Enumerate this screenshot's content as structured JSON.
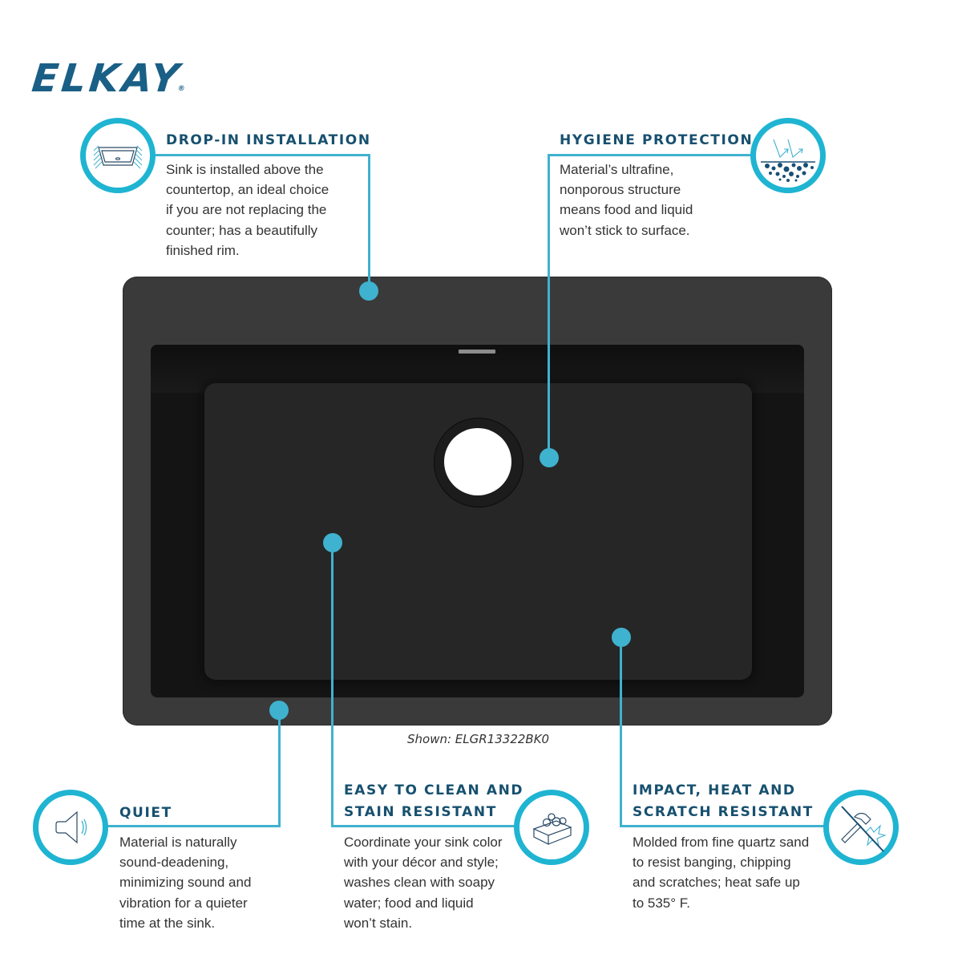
{
  "brand": {
    "logo_text": "ELKAY",
    "registered_mark": "®",
    "color": "#1a5f86"
  },
  "accent_color": "#3fb2cf",
  "features": [
    {
      "id": "drop-in",
      "title_lines": [
        "DROP-IN INSTALLATION"
      ],
      "description_lines": [
        "Sink is installed above the",
        "countertop, an ideal choice",
        "if you are not replacing the",
        "counter; has a beautifully",
        "finished rim."
      ],
      "icon": "drop-in-sink-icon"
    },
    {
      "id": "hygiene",
      "title_lines": [
        "HYGIENE PROTECTION"
      ],
      "description_lines": [
        "Material’s ultrafine,",
        "nonporous structure",
        "means food and liquid",
        "won’t stick to surface."
      ],
      "icon": "nonporous-surface-icon"
    },
    {
      "id": "quiet",
      "title_lines": [
        "QUIET"
      ],
      "description_lines": [
        "Material is naturally",
        "sound-deadening,",
        "minimizing sound and",
        "vibration for a quieter",
        "time at the sink."
      ],
      "icon": "speaker-icon"
    },
    {
      "id": "easy-clean",
      "title_lines": [
        "EASY TO CLEAN AND",
        "STAIN RESISTANT"
      ],
      "description_lines": [
        "Coordinate your sink color",
        "with your décor and style;",
        "washes clean with soapy",
        "water; food and liquid",
        "won’t stain."
      ],
      "icon": "soap-bar-icon"
    },
    {
      "id": "impact",
      "title_lines": [
        "IMPACT, HEAT AND",
        "SCRATCH RESISTANT"
      ],
      "description_lines": [
        "Molded from fine quartz sand",
        "to resist banging, chipping",
        "and scratches; heat safe up",
        "to 535° F."
      ],
      "icon": "no-hammer-impact-icon"
    }
  ],
  "product": {
    "caption": "Shown: ELGR13322BK0",
    "color": "#3a3a3a"
  }
}
